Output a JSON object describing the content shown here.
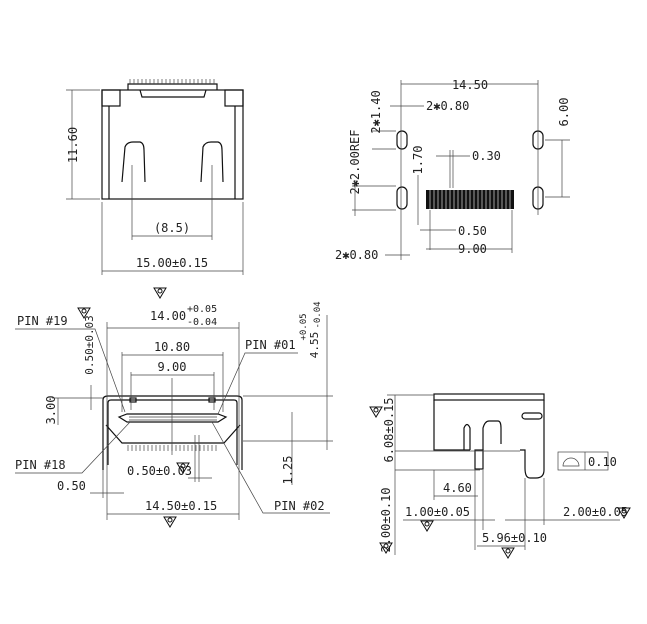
{
  "top_view": {
    "height": "11.60",
    "pitch": "(8.5)",
    "width": "15.00±0.15"
  },
  "footprint": {
    "width": "14.50",
    "hole_len": "2✱1.40",
    "hole_w_top": "2✱0.80",
    "hole_ref": "2✱2.00REF",
    "spacing": "6.00",
    "pad_h": "1.70",
    "pad_w": "0.30",
    "pitch": "0.50",
    "span": "9.00",
    "hole_w_bottom": "2✱0.80"
  },
  "front_view": {
    "pin19": "PIN #19",
    "pin01": "PIN #01",
    "pin18": "PIN #18",
    "pin02": "PIN #02",
    "width_top": "14.00",
    "tol_top_plus": "+0.05",
    "tol_top_minus": "-0.04",
    "inner_10": "10.80",
    "inner_9": "9.00",
    "height": "4.55",
    "height_plus": "+0.05",
    "height_minus": "-0.04",
    "gap": "0.50±0.03",
    "depth": "3.00",
    "pitch": "0.50±0.03",
    "leg": "0.50",
    "leg_h": "1.25",
    "width_bottom": "14.50±0.15"
  },
  "side_view": {
    "height": "6.08±0.15",
    "offset": "4.60",
    "pin_w": "1.00±0.05",
    "leg_h": "2.00±0.10",
    "leg_w": "2.00±0.05",
    "span": "5.96±0.10",
    "flatness": "0.10"
  }
}
